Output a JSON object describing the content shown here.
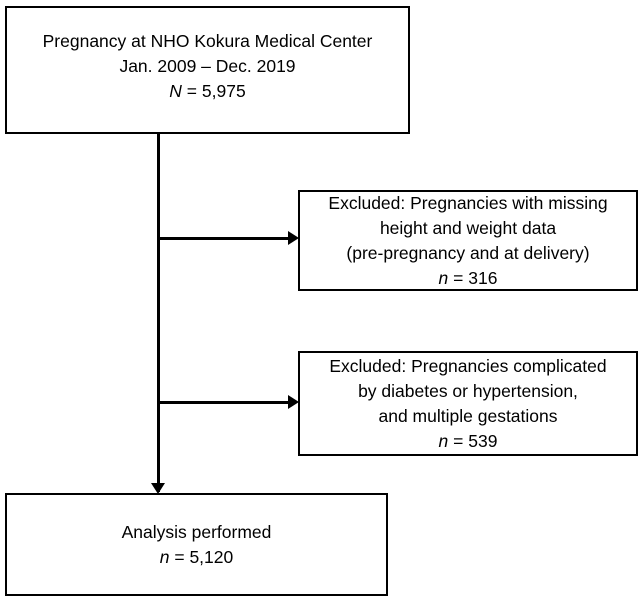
{
  "figure": {
    "type": "flow-diagram",
    "title": "Study participant selection flowchart",
    "background_color": "#ffffff",
    "line_color": "#000000"
  },
  "nodes": {
    "source": {
      "lines": [
        "Pregnancy at NHO Kokura Medical Center",
        "Jan. 2009 – Dec. 2019"
      ],
      "count_symbol": "N",
      "count_separator": " = ",
      "count_value": "5,975"
    },
    "excluded_1": {
      "lines": [
        "Excluded: Pregnancies with missing",
        "height and weight data",
        "(pre-pregnancy and at delivery)"
      ],
      "count_symbol": "n",
      "count_separator": " = ",
      "count_value": "316"
    },
    "excluded_2": {
      "lines": [
        "Excluded: Pregnancies complicated",
        "by diabetes or hypertension,",
        "and multiple gestations"
      ],
      "count_symbol": "n",
      "count_separator": " = ",
      "count_value": "539"
    },
    "analysis": {
      "lines": [
        "Analysis performed"
      ],
      "count_symbol": "n",
      "count_separator": " = ",
      "count_value": "5,120"
    }
  },
  "connectors": [
    {
      "name": "trunk",
      "from": "source",
      "to": "analysis",
      "direction": "down"
    },
    {
      "name": "branch-1",
      "from": "trunk",
      "to": "excluded_1",
      "direction": "right"
    },
    {
      "name": "branch-2",
      "from": "trunk",
      "to": "excluded_2",
      "direction": "right"
    }
  ]
}
